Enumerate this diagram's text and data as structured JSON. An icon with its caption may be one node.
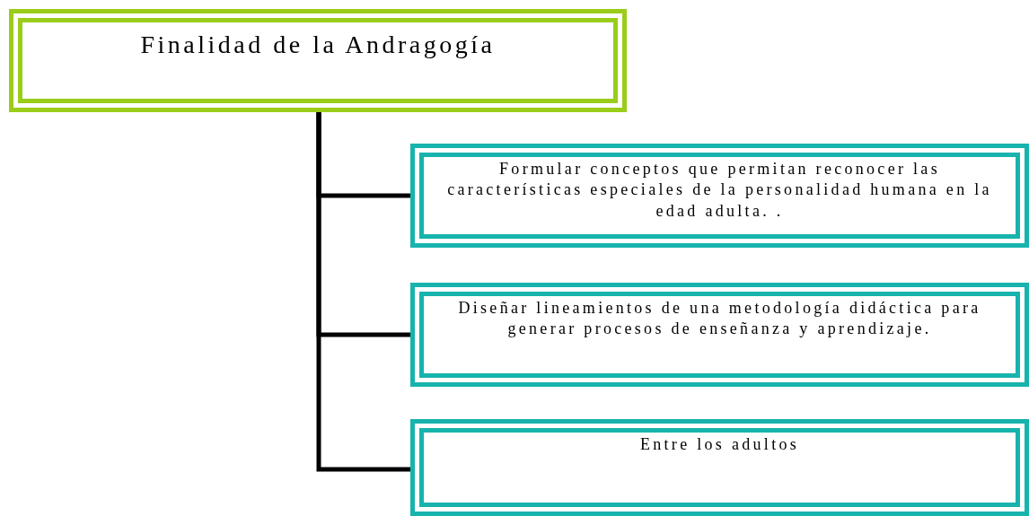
{
  "diagram": {
    "nodes": [
      {
        "text": [
          "Finalidad de la Andragogía"
        ]
      },
      {
        "text": [
          "Formular conceptos que permitan reconocer las características especiales de la personalidad humana en la edad adulta. ."
        ]
      },
      {
        "text": [
          "Diseñar lineamientos de una metodología didáctica para generar procesos de enseñanza y aprendizaje."
        ]
      },
      {
        "text": [
          "Entre los adultos"
        ]
      }
    ],
    "edges": [
      {
        "from": 0,
        "to": 1,
        "arrow": "none"
      },
      {
        "from": 0,
        "to": 2,
        "arrow": "none"
      },
      {
        "from": 0,
        "to": 3,
        "arrow": "none"
      }
    ]
  }
}
